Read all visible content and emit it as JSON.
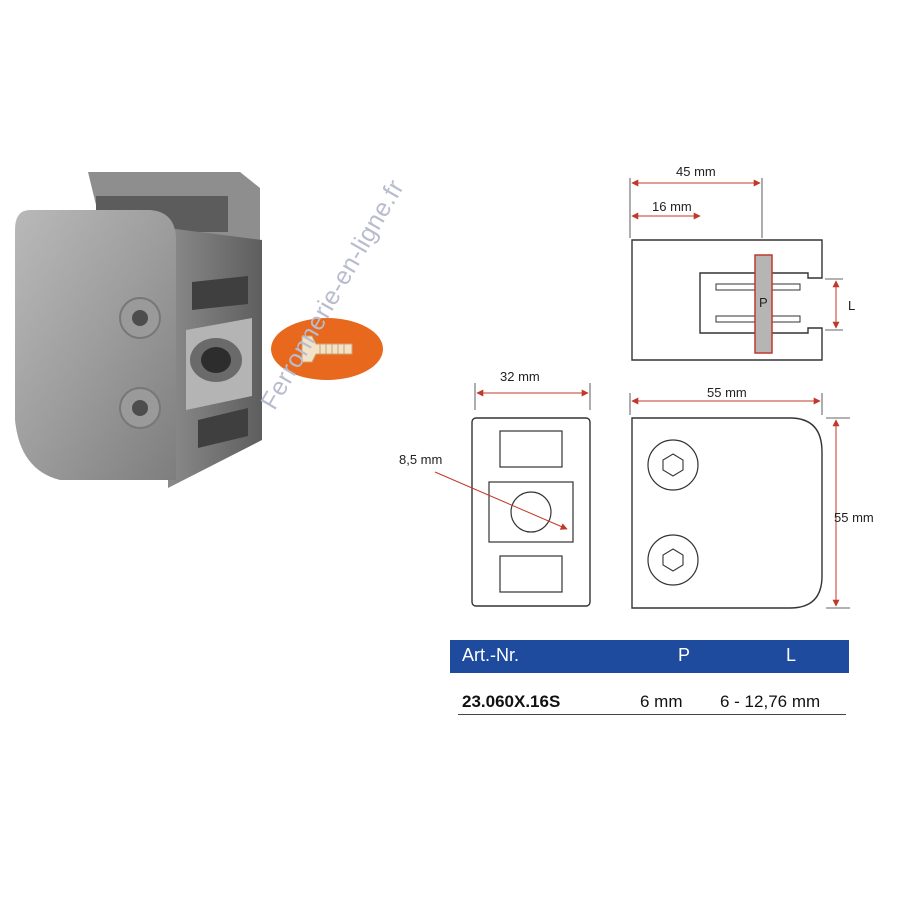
{
  "drawing": {
    "top_view": {
      "total_width": "45 mm",
      "inner_width": "16 mm",
      "thickness_label": "P",
      "glass_label": "L"
    },
    "side_view": {
      "width": "32 mm",
      "hole_diameter": "8,5 mm"
    },
    "front_view": {
      "width": "55 mm",
      "height": "55 mm"
    }
  },
  "watermark": "Ferronnerie-en-ligne.fr",
  "table": {
    "headers": [
      "Art.-Nr.",
      "P",
      "L"
    ],
    "row": {
      "article": "23.060X.16S",
      "p": "6 mm",
      "l": "6 - 12,76 mm"
    }
  },
  "colors": {
    "accent": "#c0392b",
    "header_bg": "#1f4b9e",
    "screw_badge": "#e8681e"
  }
}
